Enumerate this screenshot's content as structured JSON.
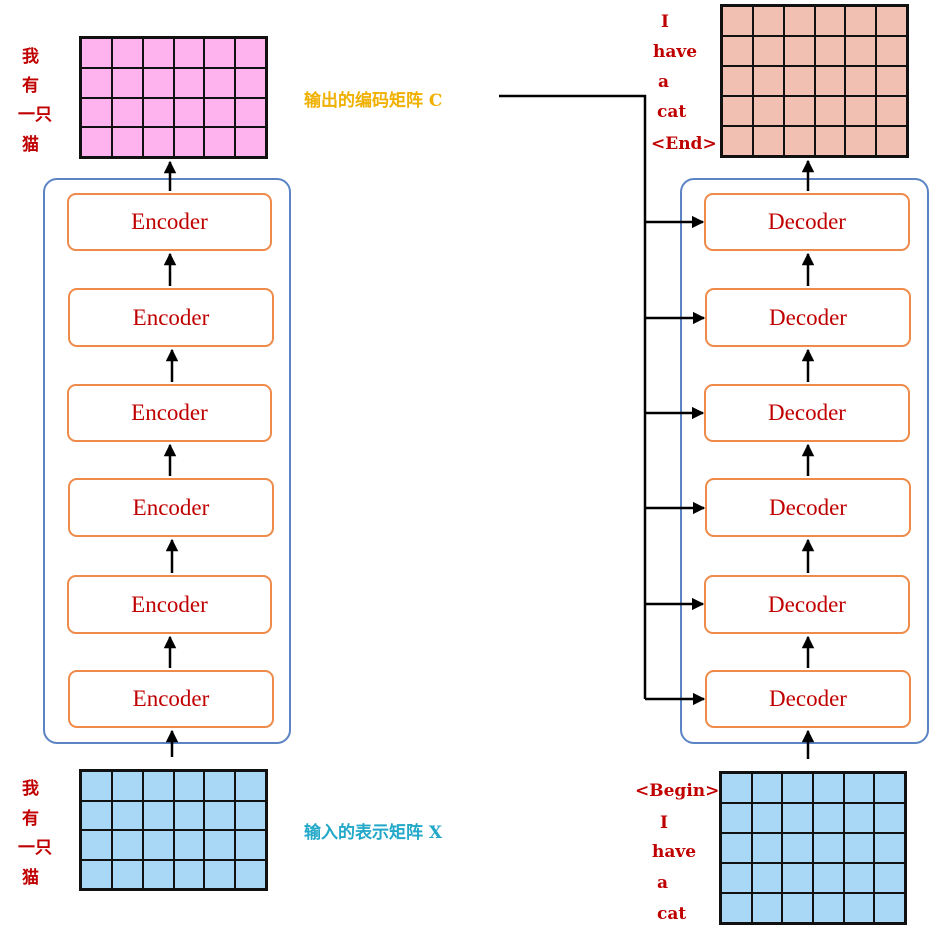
{
  "encoder_stack": {
    "label": "Encoder",
    "count": 6
  },
  "decoder_stack": {
    "label": "Decoder",
    "count": 6
  },
  "encoder_output": {
    "caption": "输出的编码矩阵 C",
    "caption_color": "#f0b000",
    "matrix_color": "#ffb3ee",
    "rows": 4,
    "cols": 6,
    "tokens": [
      "我",
      "有",
      "一只",
      "猫"
    ]
  },
  "encoder_input": {
    "caption": "输入的表示矩阵 X",
    "caption_color": "#22a8c8",
    "matrix_color": "#a8d8f5",
    "rows": 4,
    "cols": 6,
    "tokens": [
      "我",
      "有",
      "一只",
      "猫"
    ]
  },
  "decoder_output": {
    "matrix_color": "#f2c0b2",
    "rows": 5,
    "cols": 6,
    "tokens": [
      "I",
      "have",
      "a",
      "cat",
      "<End>"
    ]
  },
  "decoder_input": {
    "matrix_color": "#a8d8f5",
    "rows": 5,
    "cols": 6,
    "tokens": [
      "<Begin>",
      "I",
      "have",
      "a",
      "cat"
    ]
  },
  "colors": {
    "block_border": "#ee8a4a",
    "group_border": "#5b84c4",
    "label_text": "#c00000"
  }
}
